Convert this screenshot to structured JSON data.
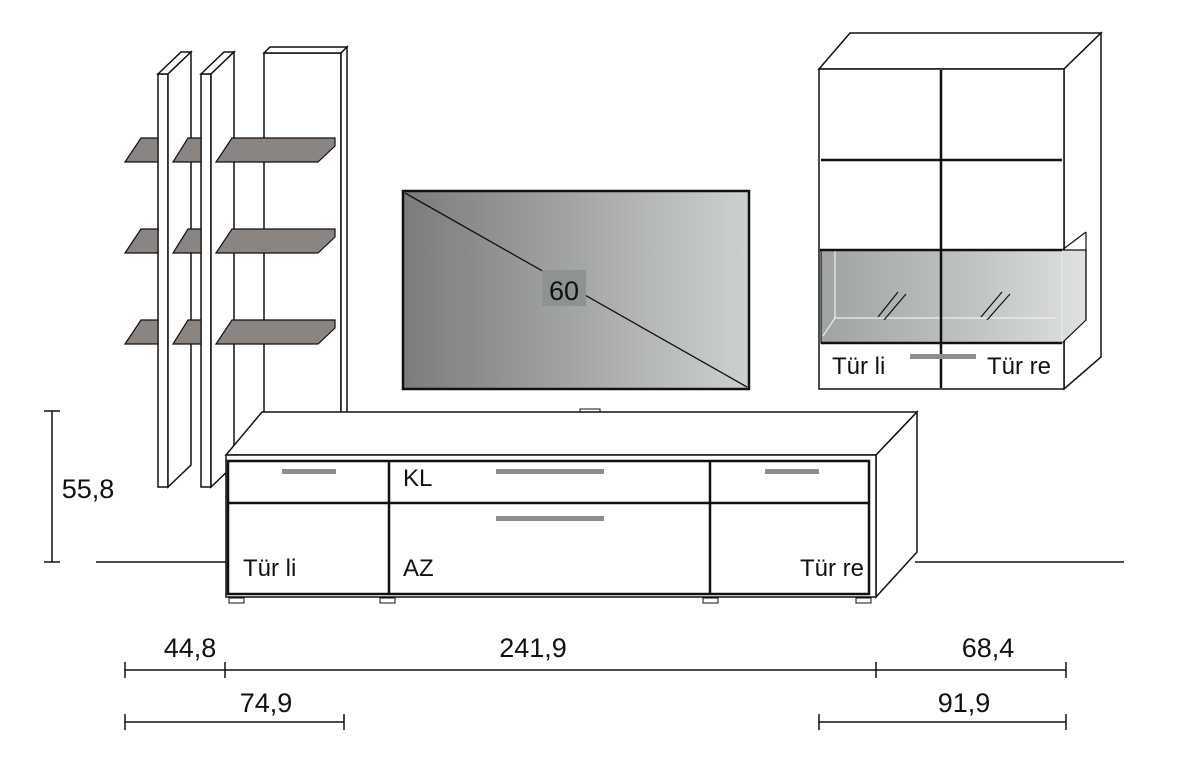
{
  "labels": {
    "tv_size": "60",
    "height_total": "55,8",
    "lowboard_flap": "KL",
    "lowboard_center": "AZ",
    "lowboard_door_left": "Tür li",
    "lowboard_door_right": "Tür re",
    "vitrine_door_left": "Tür li",
    "vitrine_door_right": "Tür re"
  },
  "dimensions": {
    "row1": [
      "44,8",
      "241,9",
      "68,4"
    ],
    "row2": [
      "74,9",
      "91,9"
    ]
  },
  "colors": {
    "line": "#111111",
    "shelf": "#8a8580",
    "handle": "#8e8e8e",
    "tv_dark": "#7d7d7d",
    "tv_light": "#c9cccd",
    "glass": "#b8bcbc"
  }
}
